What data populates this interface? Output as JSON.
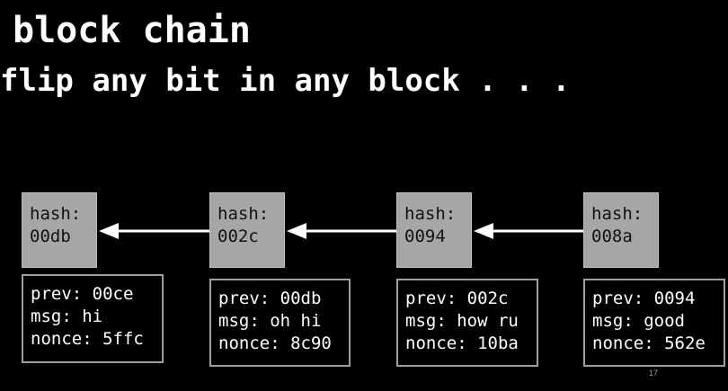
{
  "slide": {
    "title": "block chain",
    "subtitle": "flip any bit in any block . . .",
    "page_number": "17"
  },
  "blocks": [
    {
      "hash_label": "hash:",
      "hash_value": "00db",
      "prev_line": "prev: 00ce",
      "msg_line": "msg: hi",
      "nonce_line": "nonce: 5ffc"
    },
    {
      "hash_label": "hash:",
      "hash_value": "002c",
      "prev_line": "prev: 00db",
      "msg_line": "msg: oh hi",
      "nonce_line": "nonce: 8c90"
    },
    {
      "hash_label": "hash:",
      "hash_value": "0094",
      "prev_line": "prev: 002c",
      "msg_line": "msg: how ru",
      "nonce_line": "nonce: 10ba"
    },
    {
      "hash_label": "hash:",
      "hash_value": "008a",
      "prev_line": "prev: 0094",
      "msg_line": "msg: good",
      "nonce_line": "nonce: 562e"
    }
  ],
  "colors": {
    "background": "#000000",
    "hash_box_fill": "#a6a6a6",
    "data_box_border": "#9e9e9e",
    "arrow": "#ffffff"
  }
}
